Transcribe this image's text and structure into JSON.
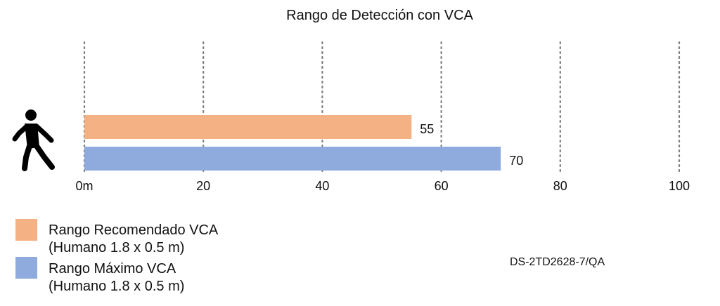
{
  "chart_data": {
    "type": "bar",
    "orientation": "horizontal",
    "title": "Rango de Detección con VCA",
    "xlim": [
      0,
      100
    ],
    "x_ticks": [
      0,
      20,
      40,
      60,
      80,
      100
    ],
    "x_tick_labels": [
      "0m",
      "20",
      "40",
      "60",
      "80",
      "100"
    ],
    "grid": "vertical-dotted",
    "series": [
      {
        "name": "Rango Recomendado VCA",
        "name_line2": "(Humano 1.8 x 0.5 m)",
        "value": 55,
        "value_label": "55",
        "color": "#F4B183"
      },
      {
        "name": "Rango Máximo VCA",
        "name_line2": "(Humano 1.8 x 0.5 m)",
        "value": 70,
        "value_label": "70",
        "color": "#8FAADC"
      }
    ],
    "legend_placement": "bottom-left"
  },
  "icon": "walking-person-icon",
  "model_label": "DS-2TD2628-7/QA"
}
